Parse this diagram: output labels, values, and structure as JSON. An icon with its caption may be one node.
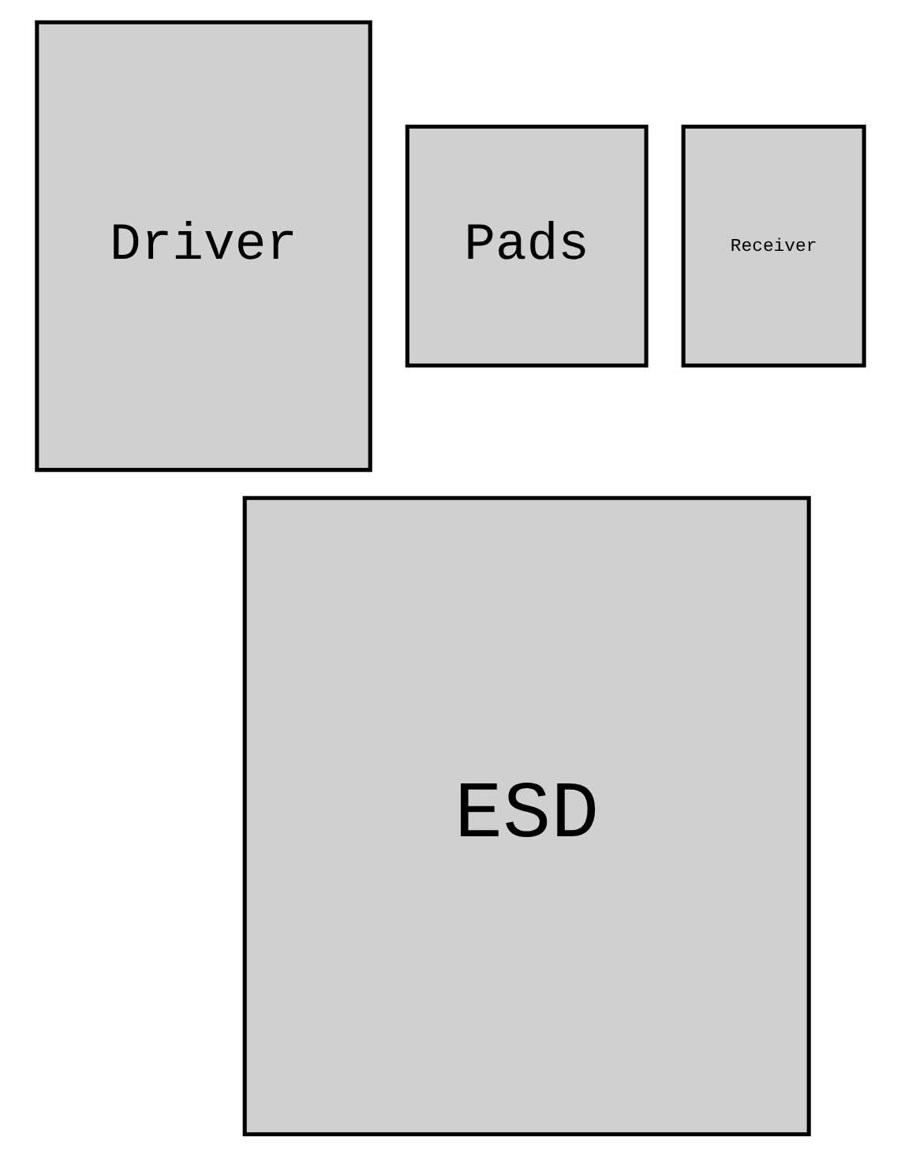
{
  "diagram": {
    "nodes": [
      {
        "text": [
          "Driver"
        ]
      },
      {
        "text": [
          "Pads"
        ]
      },
      {
        "text": [
          "Receiver"
        ]
      },
      {
        "text": [
          "ESD"
        ]
      }
    ]
  }
}
